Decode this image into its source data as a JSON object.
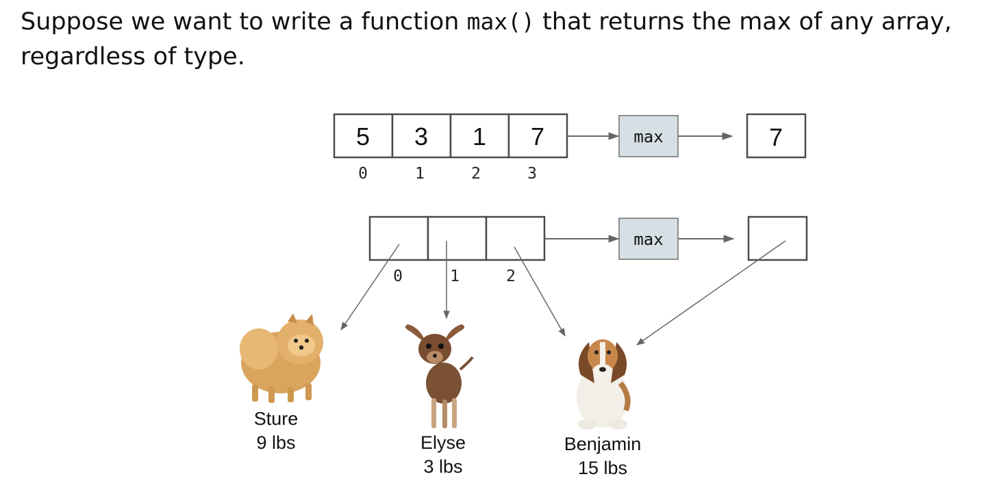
{
  "heading": {
    "text_before": "Suppose we want to write a function ",
    "code": "max()",
    "text_after": " that returns the max of any array, regardless of type."
  },
  "row1": {
    "values": [
      "5",
      "3",
      "1",
      "7"
    ],
    "indices": [
      "0",
      "1",
      "2",
      "3"
    ],
    "function_label": "max",
    "result": "7"
  },
  "row2": {
    "indices": [
      "0",
      "1",
      "2"
    ],
    "function_label": "max"
  },
  "dogs": [
    {
      "name": "Sture",
      "weight": "9 lbs",
      "breed_icon": "pomeranian"
    },
    {
      "name": "Elyse",
      "weight": "3 lbs",
      "breed_icon": "chihuahua"
    },
    {
      "name": "Benjamin",
      "weight": "15 lbs",
      "breed_icon": "beagle"
    }
  ],
  "colors": {
    "function_box_fill": "#d6dfe3",
    "arrow": "#666666",
    "box_stroke": "#4a4a4a"
  }
}
